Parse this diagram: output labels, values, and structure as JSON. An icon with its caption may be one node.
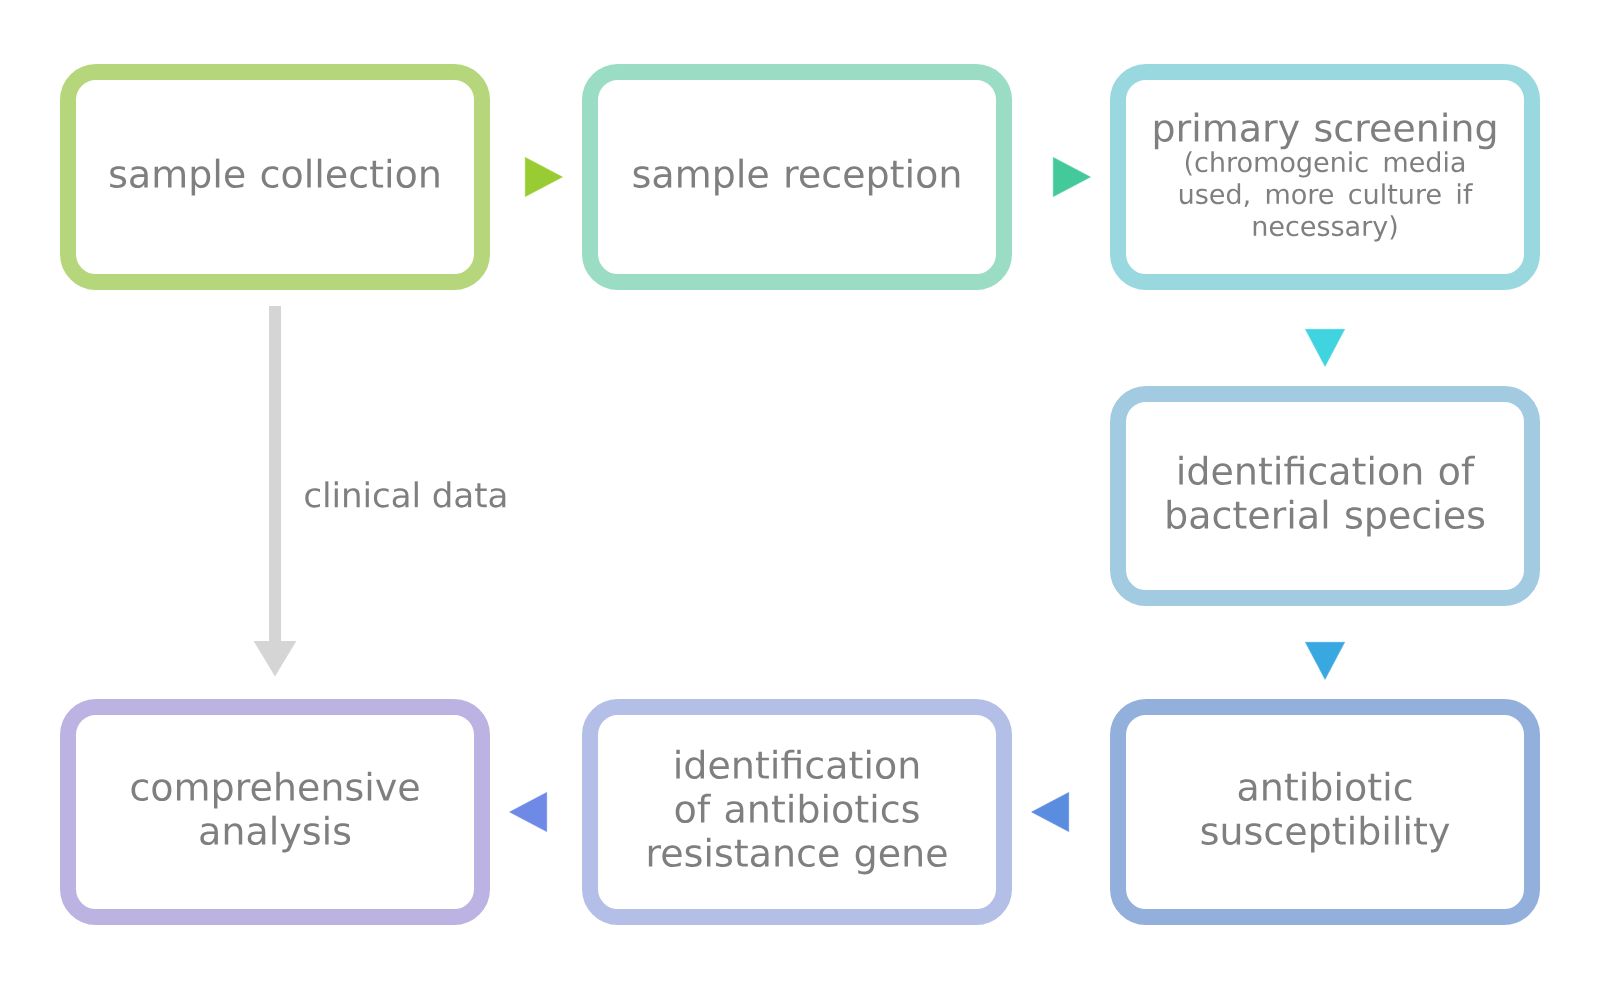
{
  "diagram": {
    "nodes": [
      {
        "text": [
          "sample collection"
        ]
      },
      {
        "text": [
          "sample reception"
        ]
      },
      {
        "text": [
          "primary screening",
          "(chromogenic media used, more culture if necessary)"
        ]
      },
      {
        "text": [
          "identification of bacterial species"
        ]
      },
      {
        "text": [
          "antibiotic susceptibility"
        ]
      },
      {
        "text": [
          "identification of antibiotics resistance gene"
        ]
      },
      {
        "text": [
          "comprehensive analysis"
        ]
      }
    ],
    "edges": [
      {
        "from": 0,
        "to": 1,
        "arrow": "to",
        "color": "#99cc33"
      },
      {
        "from": 1,
        "to": 2,
        "arrow": "to",
        "color": "#44c99a"
      },
      {
        "from": 2,
        "to": 3,
        "arrow": "to",
        "color": "#40d4e0"
      },
      {
        "from": 3,
        "to": 4,
        "arrow": "to",
        "color": "#3aa8e0"
      },
      {
        "from": 4,
        "to": 5,
        "arrow": "to",
        "color": "#5a8ce0"
      },
      {
        "from": 5,
        "to": 6,
        "arrow": "to",
        "color": "#6e8ae6"
      },
      {
        "from": 0,
        "to": 6,
        "arrow": "to",
        "label": "clinical data",
        "color": "#d5d5d5"
      }
    ]
  }
}
